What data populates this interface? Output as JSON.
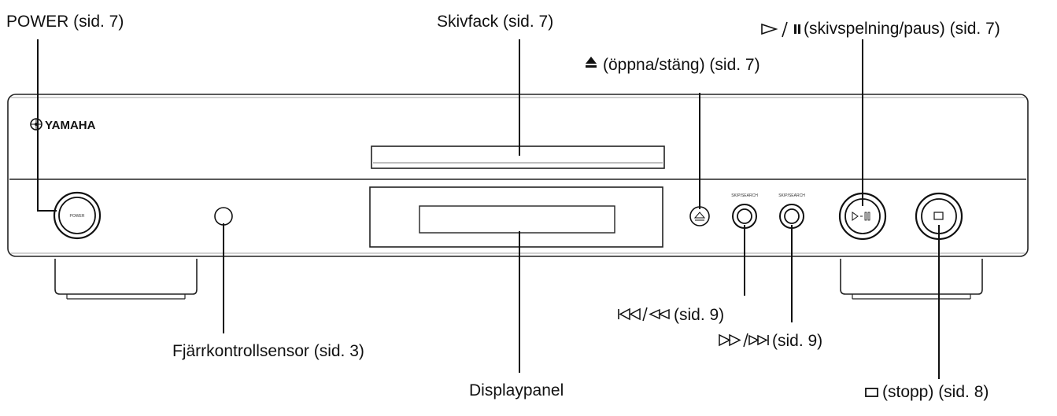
{
  "brand": "YAMAHA",
  "labels": {
    "power": "POWER (sid. 7)",
    "tray": "Skivfack (sid. 7)",
    "eject": "(öppna/stäng) (sid. 7)",
    "play": "(skivspelning/paus) (sid. 7)",
    "skip_back": "(sid. 9)",
    "skip_fwd": "(sid. 9)",
    "remote": "Fjärrkontrollsensor (sid. 3)",
    "display": "Displaypanel",
    "stop": "(stopp) (sid. 8)"
  },
  "button_texts": {
    "power": "POWER",
    "skip_back": "SKIP/SEARCH",
    "skip_fwd": "SKIP/SEARCH"
  }
}
